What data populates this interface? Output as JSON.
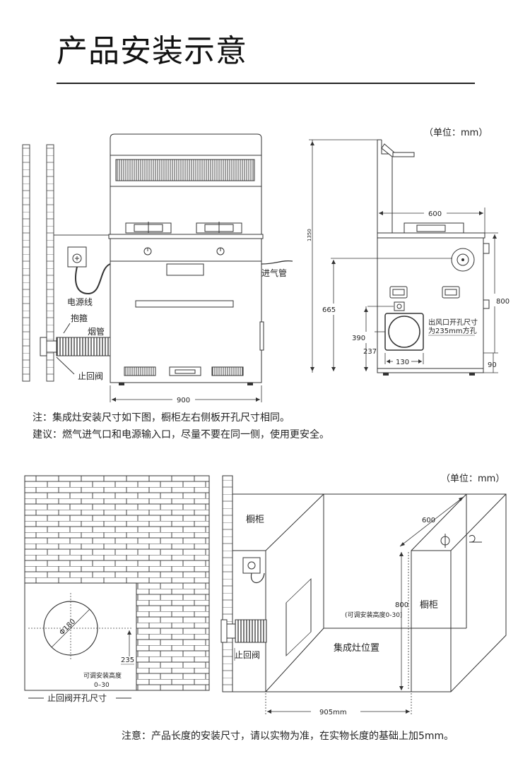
{
  "title": "产品安装示意",
  "top_section": {
    "unit_label": "（单位：mm）",
    "labels": {
      "power_cord": "电源线",
      "clamp": "抱箍",
      "flue_pipe": "烟管",
      "check_valve": "止回阀",
      "gas_pipe": "进气管",
      "outlet_note_line1": "出风口开孔尺寸",
      "outlet_note_line2": "为235mm方孔"
    },
    "dimensions": {
      "width": "900",
      "depth": "600",
      "height_total": "1350",
      "height_800": "800",
      "height_665": "665",
      "height_390": "390",
      "height_237": "237",
      "width_130": "130",
      "height_90": "90"
    },
    "note_line1": "注：集成灶安装尺寸如下图，橱柜左右侧板开孔尺寸相同。",
    "note_line2": "建议：燃气进气口和电源输入口，尽量不要在同一侧，使用更安全。"
  },
  "bottom_section": {
    "unit_label": "（单位：mm）",
    "left_labels": {
      "diameter": "Φ180",
      "dim_235": "235",
      "adjustable_1": "可调安装高度",
      "adjustable_2": "0–30",
      "caption": "止回阀开孔尺寸"
    },
    "right_labels": {
      "cabinet_left": "橱柜",
      "cabinet_right": "橱柜",
      "depth_600": "600",
      "height_800": "800",
      "adjustable": "(可调安装高度0-30)",
      "stove_position": "集成灶位置",
      "check_valve": "止回阀",
      "width_905": "905mm"
    },
    "note": "注意：产品长度的安装尺寸，请以实物为准，在实物长度的基础上加5mm。"
  }
}
